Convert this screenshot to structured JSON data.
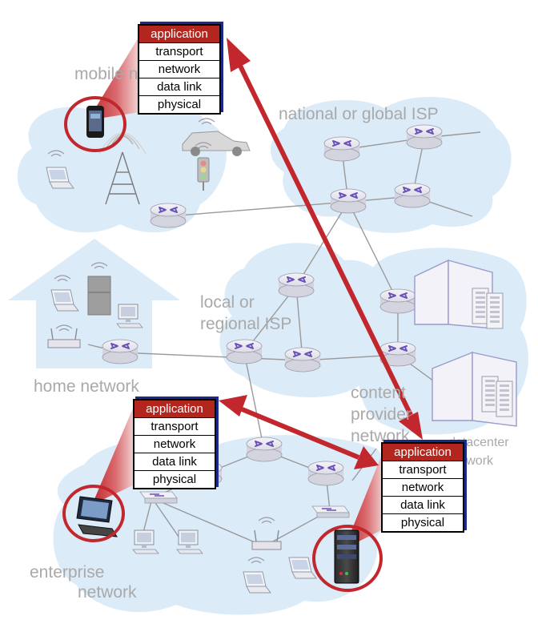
{
  "labels": {
    "mobile": "mobile network",
    "isp": "national or global ISP",
    "local_1": "local or",
    "local_2": "regional ISP",
    "home": "home network",
    "content_1": "content",
    "content_2": "provider",
    "content_3": "network",
    "datacenter_1": "datacenter",
    "datacenter_2": "network",
    "enterprise_1": "enterprise",
    "enterprise_2": "network"
  },
  "stacks": [
    {
      "id": "mobile-phone",
      "layers": [
        "application",
        "transport",
        "network",
        "data link",
        "physical"
      ]
    },
    {
      "id": "enterprise-pc",
      "layers": [
        "application",
        "transport",
        "network",
        "data link",
        "physical"
      ]
    },
    {
      "id": "server",
      "layers": [
        "application",
        "transport",
        "network",
        "data link",
        "physical"
      ]
    }
  ],
  "colors": {
    "arrow": "#c1272d",
    "layer_header": "#b3261e",
    "cloud": "#dcebf8",
    "router": "#e2e2ec",
    "label": "#a9a9a9"
  },
  "icons": [
    "router-icon",
    "switch-icon",
    "smartphone-icon",
    "laptop-icon",
    "desktop-icon",
    "server-icon",
    "cell-tower-icon",
    "car-icon",
    "traffic-light-icon",
    "wifi-ap-icon",
    "refrigerator-icon",
    "datacenter-building-icon"
  ]
}
